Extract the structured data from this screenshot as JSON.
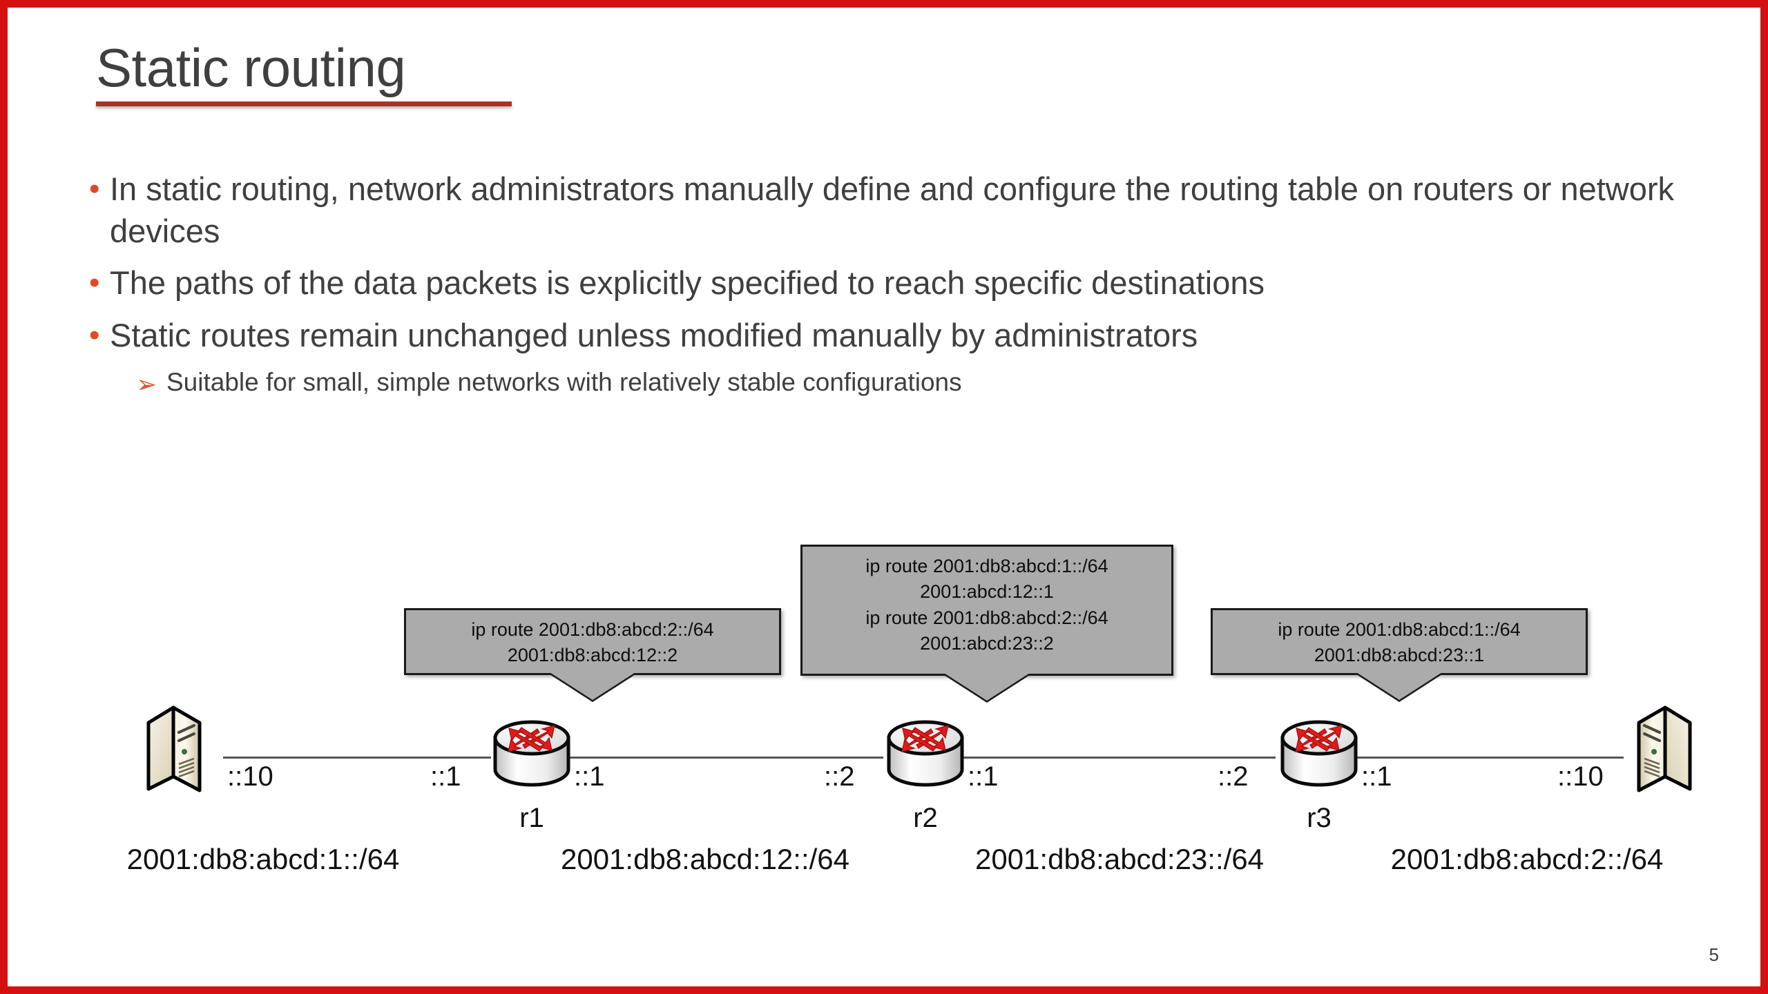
{
  "slide": {
    "title": "Static routing",
    "number": "5",
    "border_color": "#D51010",
    "title_rule_color": "#A83226",
    "text_color": "#3F3F3F",
    "bullet_color": "#E04A22"
  },
  "bullets": [
    {
      "mark": "•",
      "text": "In static routing, network administrators manually define and configure the routing table on routers or network devices"
    },
    {
      "mark": "•",
      "text": "The paths of the data packets is explicitly specified to reach specific destinations"
    },
    {
      "mark": "•",
      "text": "Static routes remain unchanged unless modified manually by administrators"
    }
  ],
  "sub_bullet": {
    "mark": "➢",
    "text": "Suitable for small, simple networks with relatively stable configurations"
  },
  "diagram": {
    "callouts": [
      {
        "target": "r1",
        "lines": [
          "ip route 2001:db8:abcd:2::/64",
          "2001:db8:abcd:12::2"
        ]
      },
      {
        "target": "r2",
        "lines": [
          "ip route 2001:db8:abcd:1::/64",
          "2001:abcd:12::1",
          "ip route 2001:db8:abcd:2::/64",
          "2001:abcd:23::2"
        ]
      },
      {
        "target": "r3",
        "lines": [
          "ip route 2001:db8:abcd:1::/64",
          "2001:db8:abcd:23::1"
        ]
      }
    ],
    "routers": [
      {
        "name": "r1",
        "left_iface": "::1",
        "right_iface": "::1"
      },
      {
        "name": "r2",
        "left_iface": "::2",
        "right_iface": "::1"
      },
      {
        "name": "r3",
        "left_iface": "::2",
        "right_iface": "::1"
      }
    ],
    "hosts": [
      {
        "side": "left",
        "iface": "::10"
      },
      {
        "side": "right",
        "iface": "::10"
      }
    ],
    "subnets": [
      "2001:db8:abcd:1::/64",
      "2001:db8:abcd:12::/64",
      "2001:db8:abcd:23::/64",
      "2001:db8:abcd:2::/64"
    ]
  }
}
